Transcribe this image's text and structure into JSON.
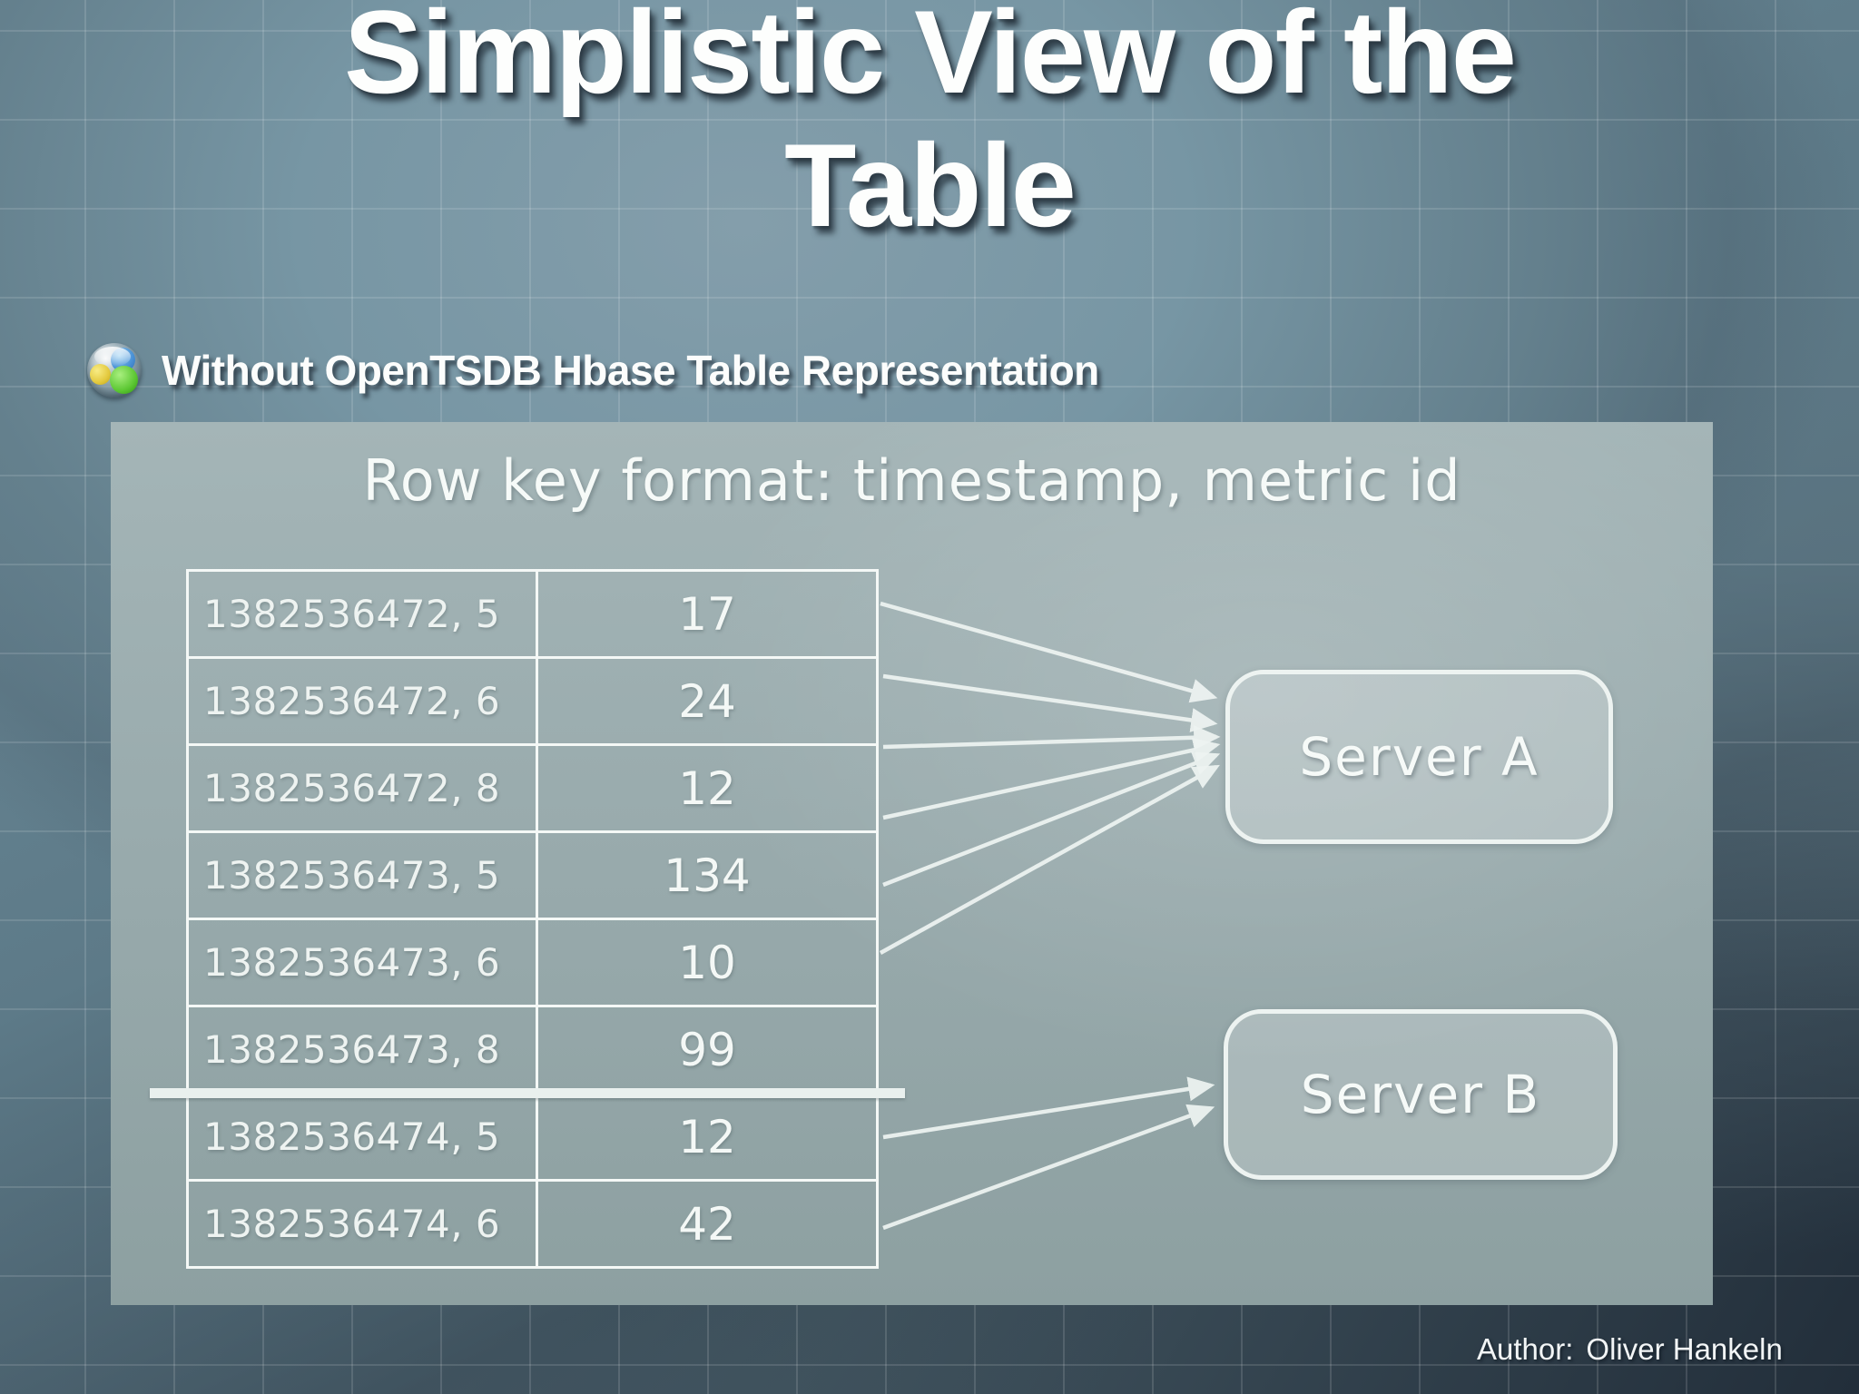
{
  "slide": {
    "title": "Simplistic View of the Table",
    "title_lines": [
      "Simplistic View of the",
      "Table"
    ],
    "bullet_text": "Without OpenTSDB Hbase Table Representation",
    "author_label": "Author:",
    "author_name": "Oliver Hankeln"
  },
  "diagram": {
    "heading": "Row key format: timestamp, metric id",
    "table_rows": [
      {
        "key": "1382536472, 5",
        "value": "17",
        "server": "A"
      },
      {
        "key": "1382536472, 6",
        "value": "24",
        "server": "A"
      },
      {
        "key": "1382536472, 8",
        "value": "12",
        "server": "A"
      },
      {
        "key": "1382536473, 5",
        "value": "134",
        "server": "A"
      },
      {
        "key": "1382536473, 6",
        "value": "10",
        "server": "A"
      },
      {
        "key": "1382536473, 8",
        "value": "99",
        "server": "A"
      },
      {
        "key": "1382536474, 5",
        "value": "12",
        "server": "B"
      },
      {
        "key": "1382536474, 6",
        "value": "42",
        "server": "B"
      }
    ],
    "separator_after_row": 6,
    "servers": [
      {
        "id": "A",
        "label": "Server A"
      },
      {
        "id": "B",
        "label": "Server B"
      }
    ]
  },
  "colors": {
    "background_top": "#7b96a3",
    "background_bottom": "#222e3a",
    "panel": "#9aadaf",
    "line_and_text": "#f4f8f6",
    "grid_line": "rgba(255,255,255,0.13)"
  }
}
